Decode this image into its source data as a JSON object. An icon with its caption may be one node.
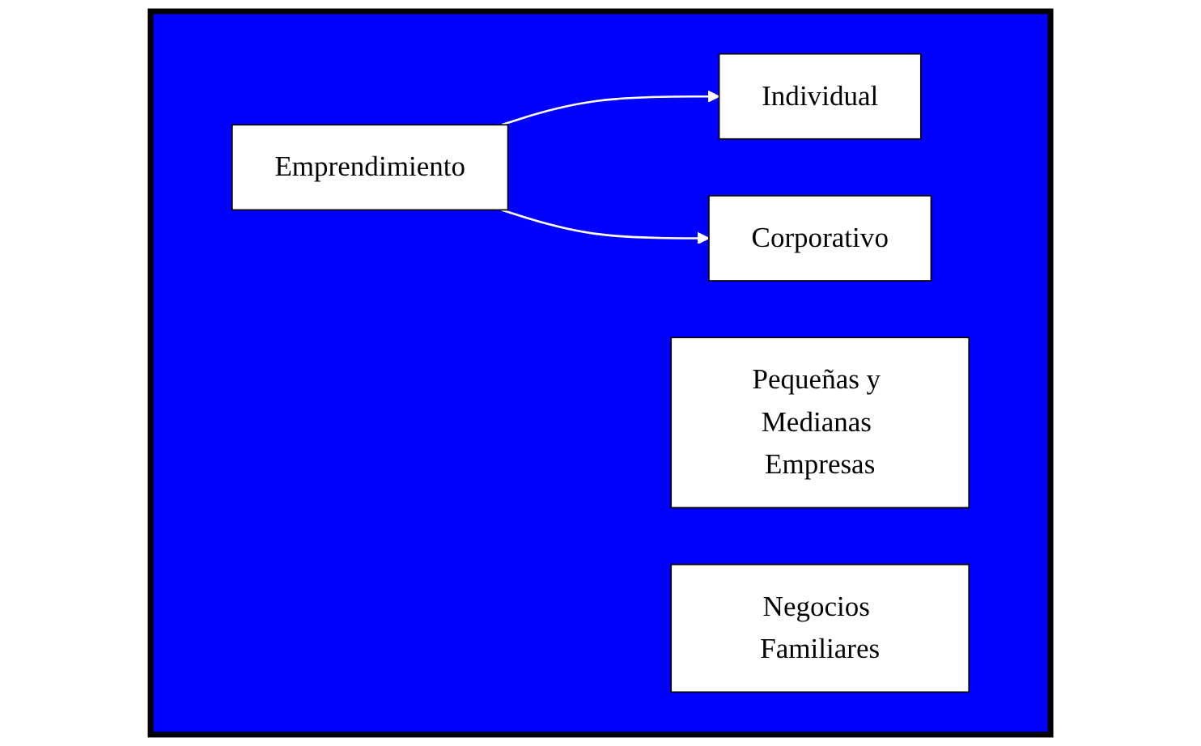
{
  "diagram": {
    "nodes": [
      {
        "text": [],
        "shape": "box"
      },
      {
        "text": [
          "Emprendimiento"
        ],
        "in": 0
      },
      {
        "text": [
          "Individual"
        ],
        "in": 0
      },
      {
        "text": [
          "Corporativo"
        ],
        "in": 0
      },
      {
        "text": [
          "Pequeñas y Medianas Empresas"
        ],
        "in": 0
      },
      {
        "text": [
          "Negocios Familiares"
        ],
        "in": 0
      }
    ],
    "edges": [
      {
        "from": 1,
        "to": 2,
        "arrow": "to"
      },
      {
        "from": 1,
        "to": 3,
        "arrow": "to"
      }
    ]
  }
}
